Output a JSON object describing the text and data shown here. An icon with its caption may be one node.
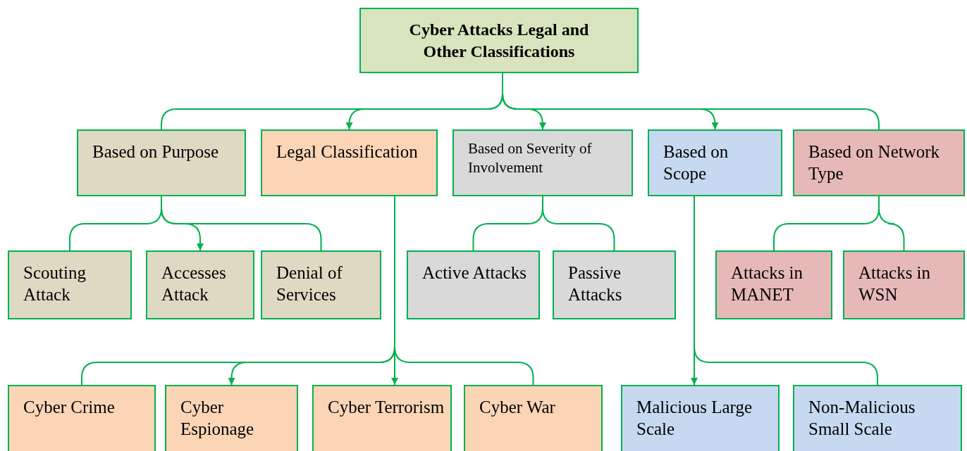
{
  "diagram": {
    "nodes": [
      {
        "text": [
          "Cyber Attacks Legal and Other Classifications"
        ]
      },
      {
        "text": [
          "Based on Purpose"
        ]
      },
      {
        "text": [
          "Legal Classification"
        ]
      },
      {
        "text": [
          "Based on Severity of Involvement"
        ]
      },
      {
        "text": [
          "Based on Scope"
        ]
      },
      {
        "text": [
          "Based on Network Type"
        ]
      },
      {
        "text": [
          "Scouting Attack"
        ]
      },
      {
        "text": [
          "Accesses Attack"
        ]
      },
      {
        "text": [
          "Denial of Services"
        ]
      },
      {
        "text": [
          "Active Attacks"
        ]
      },
      {
        "text": [
          "Passive Attacks"
        ]
      },
      {
        "text": [
          "Attacks in MANET"
        ]
      },
      {
        "text": [
          "Attacks in WSN"
        ]
      },
      {
        "text": [
          "Cyber Crime"
        ]
      },
      {
        "text": [
          "Cyber Espionage"
        ]
      },
      {
        "text": [
          "Cyber Terrorism"
        ]
      },
      {
        "text": [
          "Cyber War"
        ]
      },
      {
        "text": [
          "Malicious Large Scale"
        ]
      },
      {
        "text": [
          "Non-Malicious Small Scale"
        ]
      }
    ],
    "edges": [
      {
        "from": 0,
        "to": 1,
        "arrow": "none"
      },
      {
        "from": 0,
        "to": 2,
        "arrow": "to"
      },
      {
        "from": 0,
        "to": 3,
        "arrow": "to"
      },
      {
        "from": 0,
        "to": 4,
        "arrow": "to"
      },
      {
        "from": 0,
        "to": 5,
        "arrow": "none"
      },
      {
        "from": 1,
        "to": 6,
        "arrow": "none"
      },
      {
        "from": 1,
        "to": 7,
        "arrow": "to"
      },
      {
        "from": 1,
        "to": 8,
        "arrow": "none"
      },
      {
        "from": 3,
        "to": 9,
        "arrow": "none"
      },
      {
        "from": 3,
        "to": 10,
        "arrow": "none"
      },
      {
        "from": 5,
        "to": 11,
        "arrow": "none"
      },
      {
        "from": 5,
        "to": 12,
        "arrow": "none"
      },
      {
        "from": 2,
        "to": 13,
        "arrow": "none"
      },
      {
        "from": 2,
        "to": 14,
        "arrow": "to"
      },
      {
        "from": 2,
        "to": 15,
        "arrow": "to"
      },
      {
        "from": 2,
        "to": 16,
        "arrow": "none"
      },
      {
        "from": 4,
        "to": 17,
        "arrow": "to"
      },
      {
        "from": 4,
        "to": 18,
        "arrow": "none"
      }
    ]
  }
}
